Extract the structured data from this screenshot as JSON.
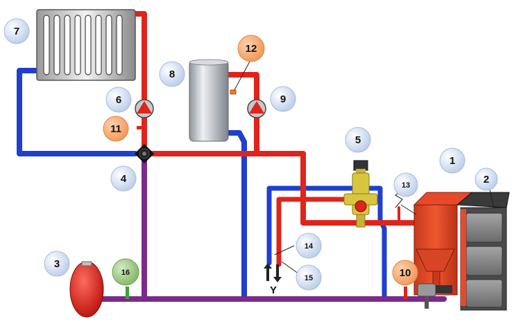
{
  "colors": {
    "supply": "#e0241b",
    "return": "#1f3fcf",
    "mixed": "#7a2a8a",
    "callout_blue": "#c9d9f0",
    "callout_orange": "#f3a66a",
    "callout_green": "#8fbf73",
    "boiler_body": "#e8492a",
    "boiler_door": "#8c8c8c"
  },
  "callouts": [
    {
      "id": "c1",
      "text": "1",
      "style": "blue"
    },
    {
      "id": "c2",
      "text": "2",
      "style": "blue"
    },
    {
      "id": "c3",
      "text": "3",
      "style": "blue"
    },
    {
      "id": "c4",
      "text": "4",
      "style": "blue"
    },
    {
      "id": "c5",
      "text": "5",
      "style": "blue"
    },
    {
      "id": "c6",
      "text": "6",
      "style": "blue"
    },
    {
      "id": "c7",
      "text": "7",
      "style": "blue"
    },
    {
      "id": "c8",
      "text": "8",
      "style": "blue"
    },
    {
      "id": "c9",
      "text": "9",
      "style": "blue"
    },
    {
      "id": "c10",
      "text": "10",
      "style": "orange"
    },
    {
      "id": "c11",
      "text": "11",
      "style": "orange"
    },
    {
      "id": "c12",
      "text": "12",
      "style": "orange"
    },
    {
      "id": "c13",
      "text": "13",
      "style": "blue"
    },
    {
      "id": "c14",
      "text": "14",
      "style": "blue"
    },
    {
      "id": "c15",
      "text": "15",
      "style": "blue"
    },
    {
      "id": "c16",
      "text": "16",
      "style": "green"
    }
  ],
  "drain_label": "Y"
}
